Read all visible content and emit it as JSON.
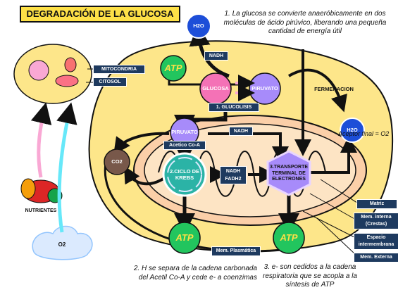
{
  "title": "DEGRADACIÓN DE LA GLUCOSA",
  "notes": {
    "n1": [
      "1. La glucosa se convierte anaeróbicamente en dos",
      "moléculas de ácido pirúvico, liberando una pequeña",
      "cantidad de energía útil"
    ],
    "n2": [
      "2. H se separa de la cadena carbonada",
      "del Acetil Co-A y cede e- a coenzimas"
    ],
    "n3": [
      "3. e-  son cedidos a la cadena",
      "respiratoria que se acopla a la",
      "síntesis de ATP"
    ],
    "aceptor": "Aceptor final = O2"
  },
  "cell_labels": {
    "mitocondria": "MITOCONDRIA",
    "citosol": "CITOSOL",
    "nutrientes": "NUTRIENTES",
    "o2": "O2"
  },
  "nodes": {
    "h2o_top": "H2O",
    "h2o_right": "H2O",
    "glucosa": "GLUCOSA",
    "piruvato_top": "PIRUVATO",
    "glucolisis": "1. GLUCOLISIS",
    "nadh_top": "NADH",
    "fermenacion": "FERMENACION",
    "piruvato_mid": "PIRUVATO",
    "acetil": "Acetico Co-A",
    "nadh_mid": "NADH",
    "co2": "CO2",
    "krebs": [
      "2.CICLO DE",
      "KREBS"
    ],
    "nadh_fadh": [
      "NADH",
      "FADH2"
    ],
    "transporte": [
      "3.TRANSPORTE",
      "TERMINAL DE",
      "ELECTRONES"
    ],
    "atp_top": "ATP",
    "atp_bottom_left": "ATP",
    "atp_bottom_right": "ATP"
  },
  "legend": {
    "matriz": "Matriz",
    "mem_interna": [
      "Mem. interna",
      "(Crestas)"
    ],
    "espacio": [
      "Espacio",
      "intermembrana"
    ],
    "mem_externa": "Mem. Externa",
    "mem_plasmatica": "Mem. Plasmática"
  },
  "colors": {
    "navy": "#1e3a5f",
    "yellow": "#fde047",
    "cell_fill": "#fde68a",
    "teal": "#2bb3a6",
    "purple": "#a78bfa",
    "pink": "#f9a8d4",
    "lightblue": "#dbeafe"
  }
}
